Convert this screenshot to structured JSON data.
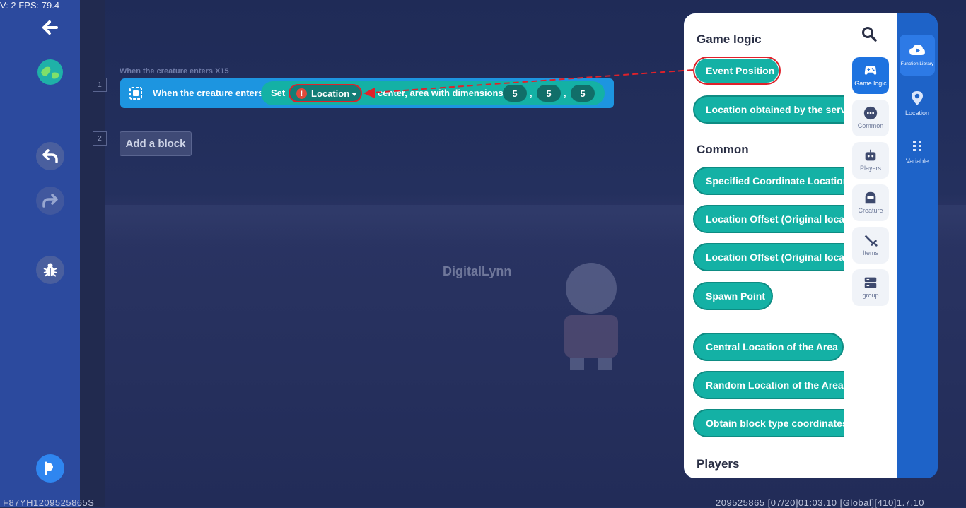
{
  "hud": {
    "fps_text": "V: 2 FPS: 79.4",
    "bottom_left": "F87YH1209525865S",
    "bottom_right": "209525865   [07/20]01:03.10  [Global][410]1.7.10"
  },
  "sidebar": {
    "back_icon": "arrow-left-icon",
    "world_icon": "globe-icon",
    "undo_icon": "undo-icon",
    "redo_icon": "redo-icon",
    "debug_icon": "bug-icon",
    "run_icon": "play-flag-icon"
  },
  "editor": {
    "line_numbers": [
      "1",
      "2"
    ],
    "event_caption": "When the creature enters X15",
    "event_title": "When the creature enters",
    "set_label": "Set",
    "location_label": "Location",
    "suffix_label": "center, area with dimensions (",
    "dimensions": [
      "5",
      "5",
      "5"
    ],
    "comma": ",",
    "add_block_label": "Add a block"
  },
  "scene": {
    "character_label": "DigitalLynn"
  },
  "panel": {
    "sections": {
      "game_logic": "Game logic",
      "common": "Common",
      "players": "Players"
    },
    "game_logic_blocks": [
      "Event Position",
      "Location obtained by the server"
    ],
    "common_blocks": [
      "Specified Coordinate Location",
      "Location Offset (Original location)",
      "Location Offset (Original location)",
      "Spawn Point",
      "Central Location of the Area",
      "Random Location of the Area",
      "Obtain block type coordinates"
    ],
    "categories": [
      {
        "label": "Game logic",
        "icon": "gamepad-icon",
        "active": true
      },
      {
        "label": "Common",
        "icon": "dots-icon",
        "active": false
      },
      {
        "label": "Players",
        "icon": "robot-icon",
        "active": false
      },
      {
        "label": "Creature",
        "icon": "creature-icon",
        "active": false
      },
      {
        "label": "Items",
        "icon": "sword-icon",
        "active": false
      },
      {
        "label": "group",
        "icon": "group-icon",
        "active": false
      }
    ],
    "tabs": [
      {
        "label": "Function Library",
        "icon": "cloud-play-icon",
        "active": true
      },
      {
        "label": "Location",
        "icon": "location-pin-icon",
        "active": false
      },
      {
        "label": "Variable",
        "icon": "variable-icon",
        "active": false
      }
    ]
  },
  "colors": {
    "sidebar": "#2c4a9e",
    "block_blue": "#1d95e0",
    "block_teal": "#14b1a5",
    "highlight_red": "#e0212a",
    "panel_blue": "#1e63c8"
  }
}
